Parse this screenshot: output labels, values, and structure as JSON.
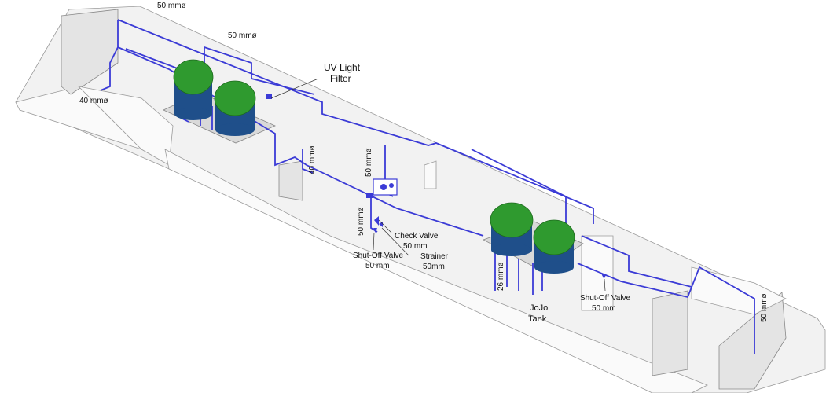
{
  "labels": {
    "pipe_50_top_left": "50 mmø",
    "pipe_50_top_mid": "50 mmø",
    "pipe_40_left": "40 mmø",
    "uv_filter_line1": "UV Light",
    "uv_filter_line2": "Filter",
    "pipe_40_mid": "40 mmø",
    "pipe_50_vert_center": "50 mmø",
    "pipe_50_vert_lower": "50 mmø",
    "check_valve_line1": "Check Valve",
    "check_valve_line2": "50 mm",
    "shutoff_left_line1": "Shut-Off Valve",
    "shutoff_left_line2": "50 mm",
    "strainer_line1": "Strainer",
    "strainer_line2": "50mm",
    "pipe_26": "26 mmø",
    "jojo_line1": "JoJo",
    "jojo_line2": "Tank",
    "shutoff_right_line1": "Shut-Off Valve",
    "shutoff_right_line2": "50 mm",
    "pipe_50_right": "50 mmø"
  },
  "colors": {
    "pipe": "#3b3bd6",
    "tank": "#2f9a2f",
    "tank_base": "#1f4f8a"
  }
}
